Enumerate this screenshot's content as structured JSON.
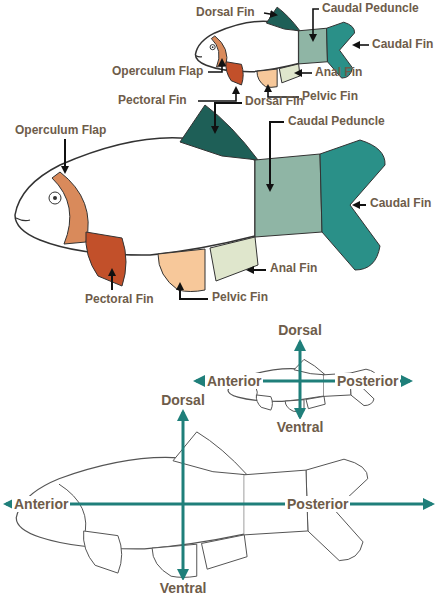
{
  "diagram": {
    "labels": [
      "Dorsal Fin",
      "Caudal Peduncle",
      "Caudal Fin",
      "Operculum Flap",
      "Anal Fin",
      "Pelvic Fin",
      "Pectoral Fin",
      "Dorsal Fin",
      "Caudal Peduncle",
      "Operculum Flap",
      "Caudal Fin",
      "Anal Fin",
      "Pelvic Fin",
      "Pectoral Fin",
      "Dorsal",
      "Anterior",
      "Posterior",
      "Ventral",
      "Dorsal",
      "Anterior",
      "Posterior",
      "Ventral"
    ]
  }
}
